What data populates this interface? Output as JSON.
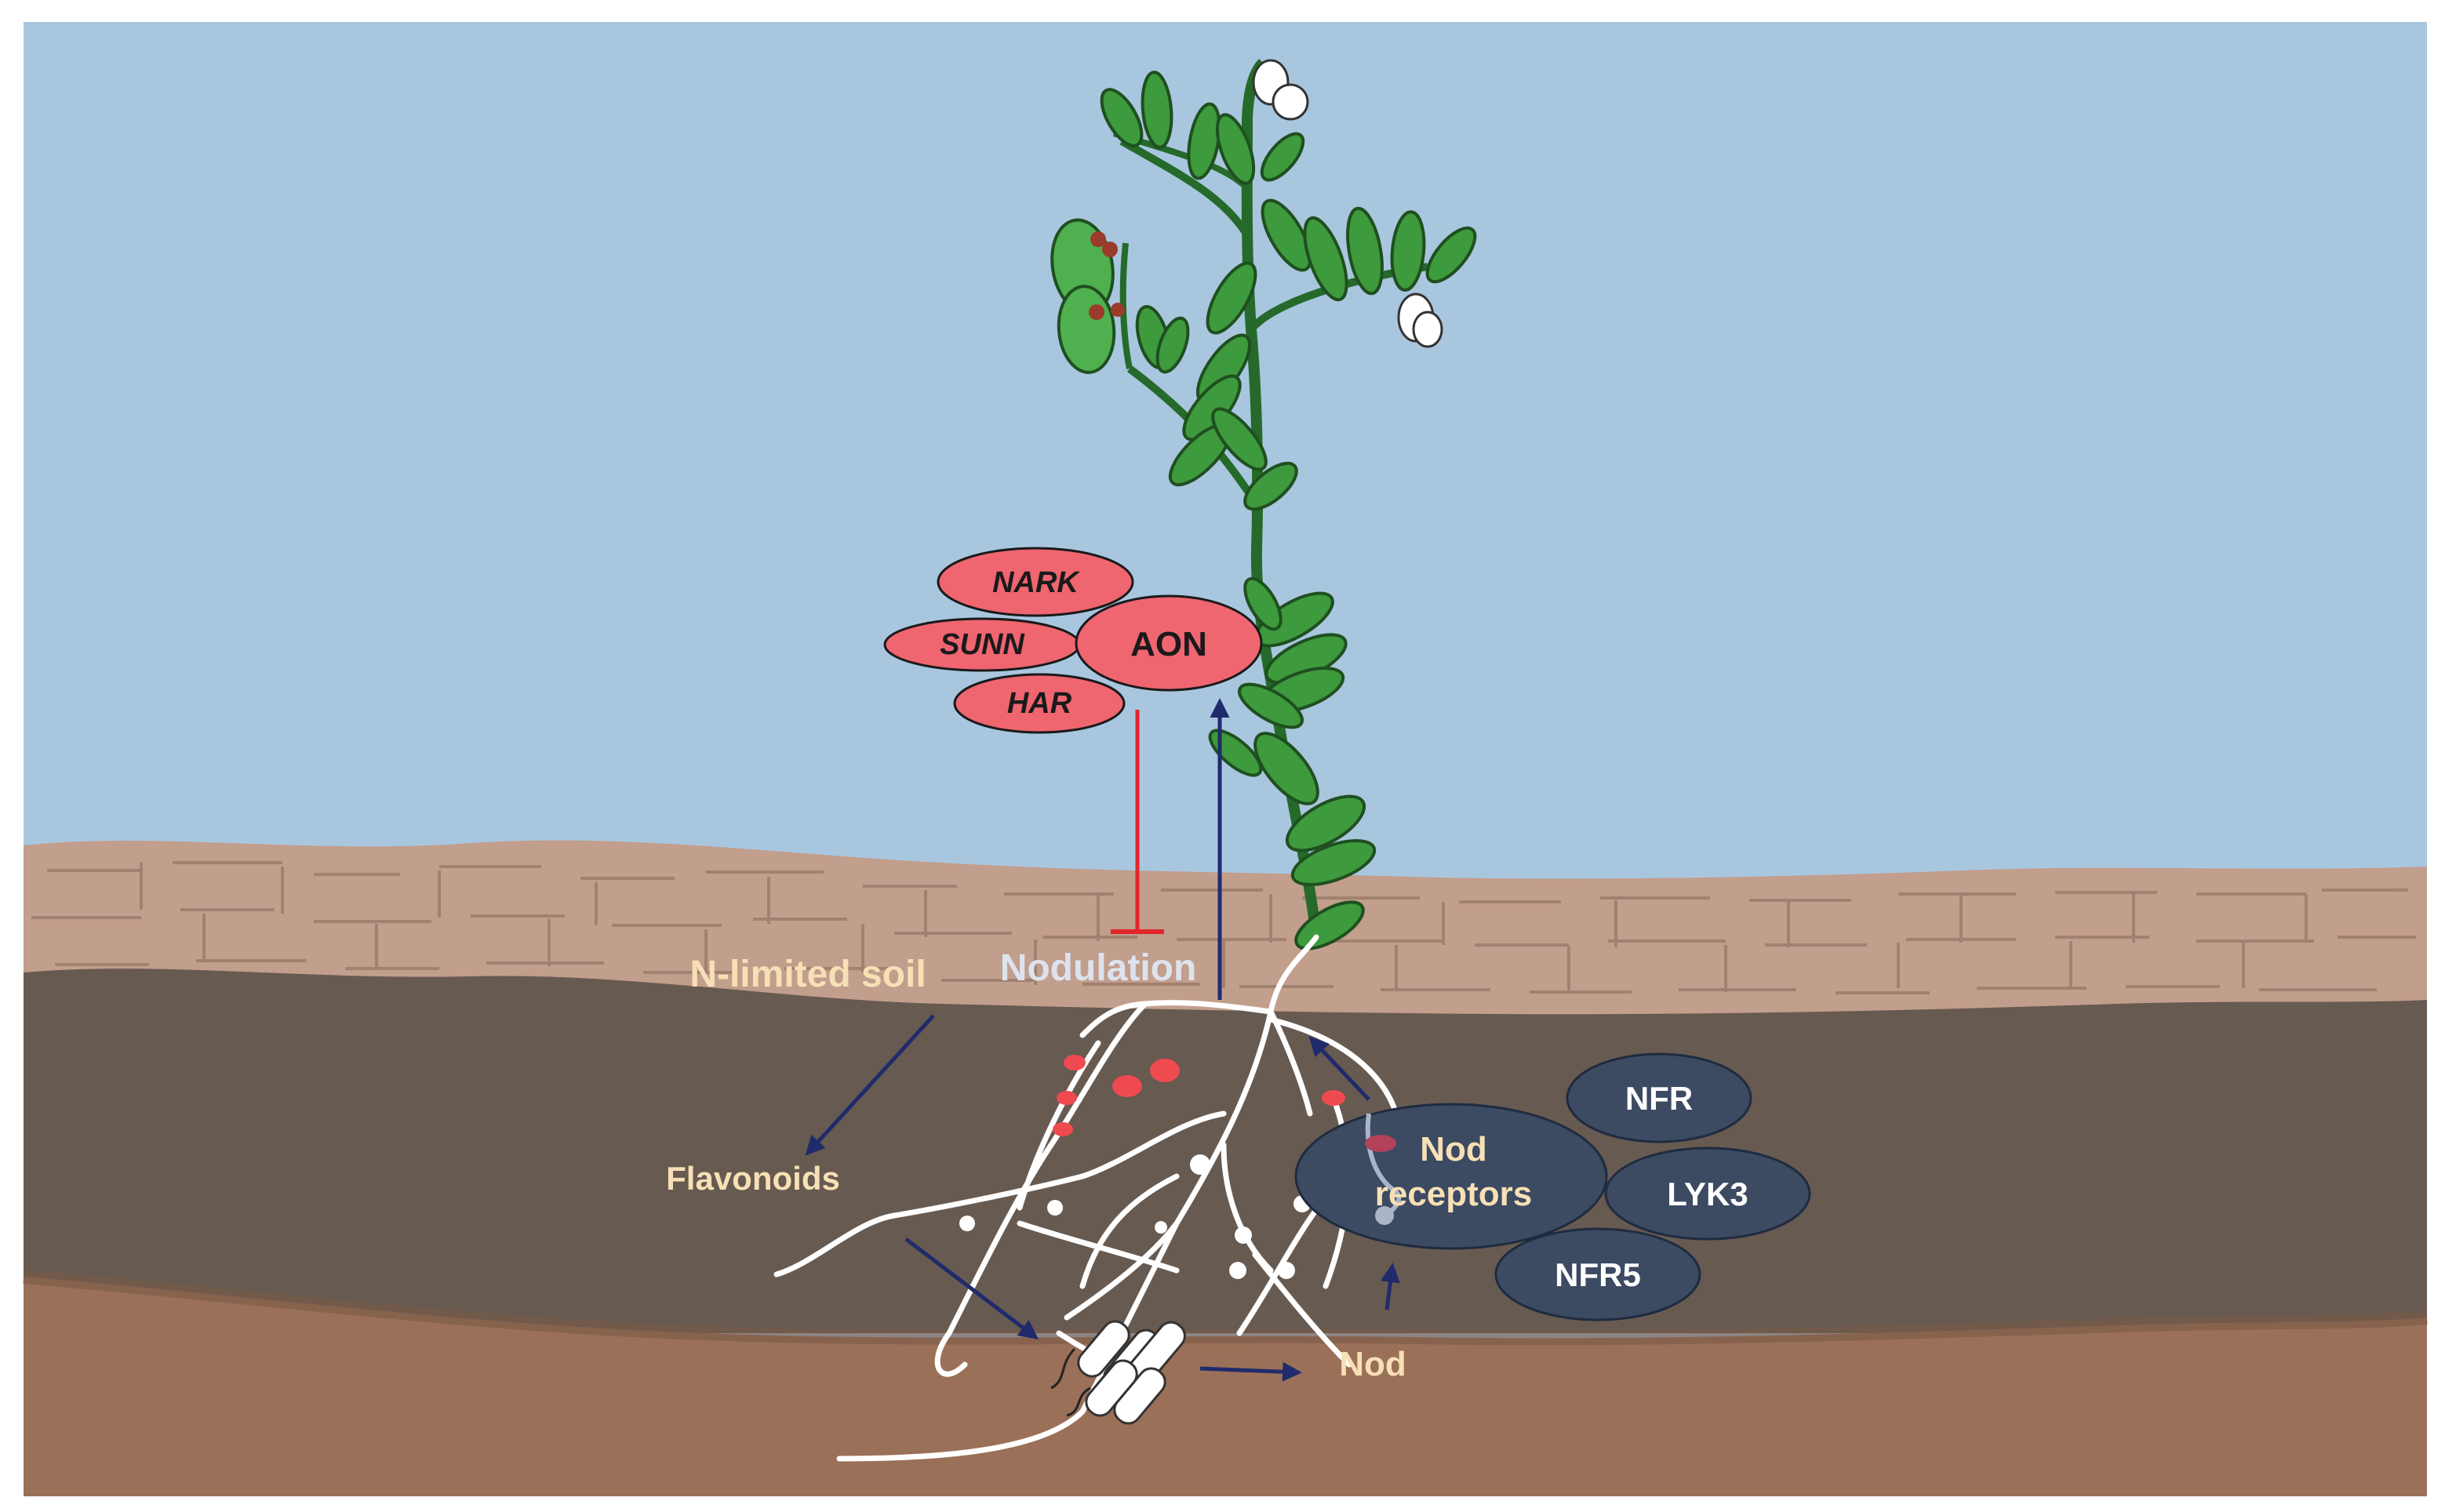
{
  "labels": {
    "nark": "NARK",
    "sunn": "SUNN",
    "har": "HAR",
    "aon": "AON",
    "nodulation": "Nodulation",
    "n_limited_soil": "N-limited soil",
    "flavonoids": "Flavonoids",
    "nod": "Nod",
    "nod_receptors_line1": "Nod",
    "nod_receptors_line2": "receptors",
    "nfr": "NFR",
    "lyk3": "LYK3",
    "nfr5": "NFR5"
  },
  "colors": {
    "sky": "#a9c6df",
    "aon_red": "#ef6570",
    "receptor_navy": "#3c4a62",
    "topsoil_crust": "#c29e8c",
    "dark_soil": "#675a51",
    "lower_soil": "#9b7058",
    "arrow_navy": "#1f2b6b",
    "inhibit_red": "#e0262b",
    "label_cream": "#f7e0b5",
    "leaf_green": "#3d9a3d",
    "stem_green": "#256a2a"
  }
}
